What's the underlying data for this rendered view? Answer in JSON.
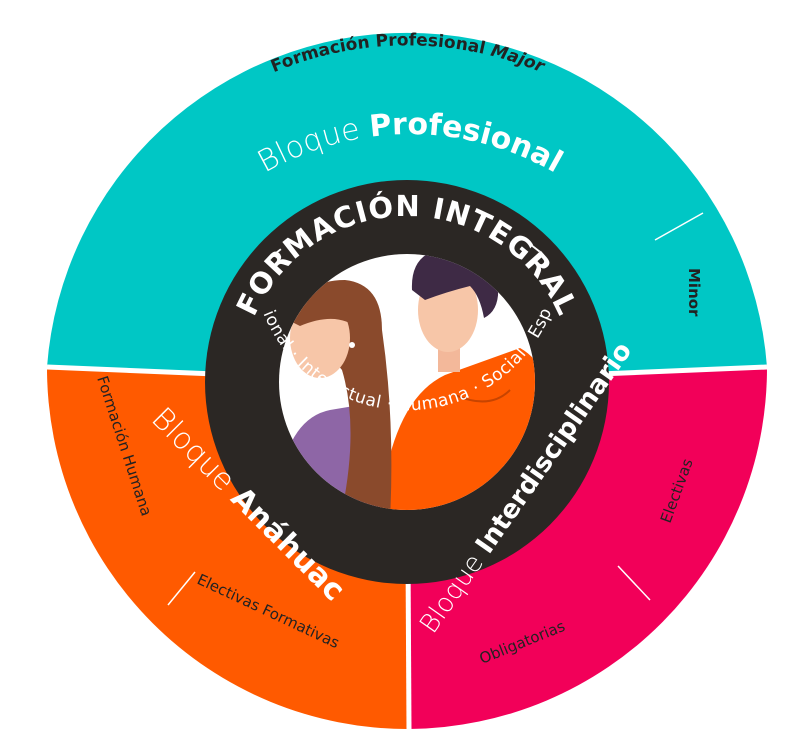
{
  "colors": {
    "profesional": "#00C7C5",
    "anahuac": "#FF5A00",
    "interdisciplinario": "#F20059",
    "ring": "#2B2724",
    "inner": "#FFFFFF",
    "text_dark": "#222222",
    "text_light": "#FFFFFF"
  },
  "center": {
    "title": "FORMACIÓN INTEGRAL",
    "dash_left": "–",
    "dash_right": "–",
    "dimensions": [
      "Profesional",
      "·",
      "Intelectual",
      "·",
      "Humana",
      "·",
      "Social",
      "·",
      "Espiritual"
    ],
    "illustration": "two-students-icon"
  },
  "profesional": {
    "prefix": "Bloque",
    "name": "Profesional",
    "major": "Formación Profesional",
    "major_suffix": "Major",
    "minor": "Minor"
  },
  "anahuac": {
    "prefix": "Bloque",
    "name": "Anáhuac",
    "humana": "Formación Humana",
    "electivas": "Electivas Formativas"
  },
  "interdisciplinario": {
    "prefix": "Bloque",
    "name": "Interdisciplinario",
    "electivas": "Electivas",
    "obligatorias": "Obligatorias"
  }
}
